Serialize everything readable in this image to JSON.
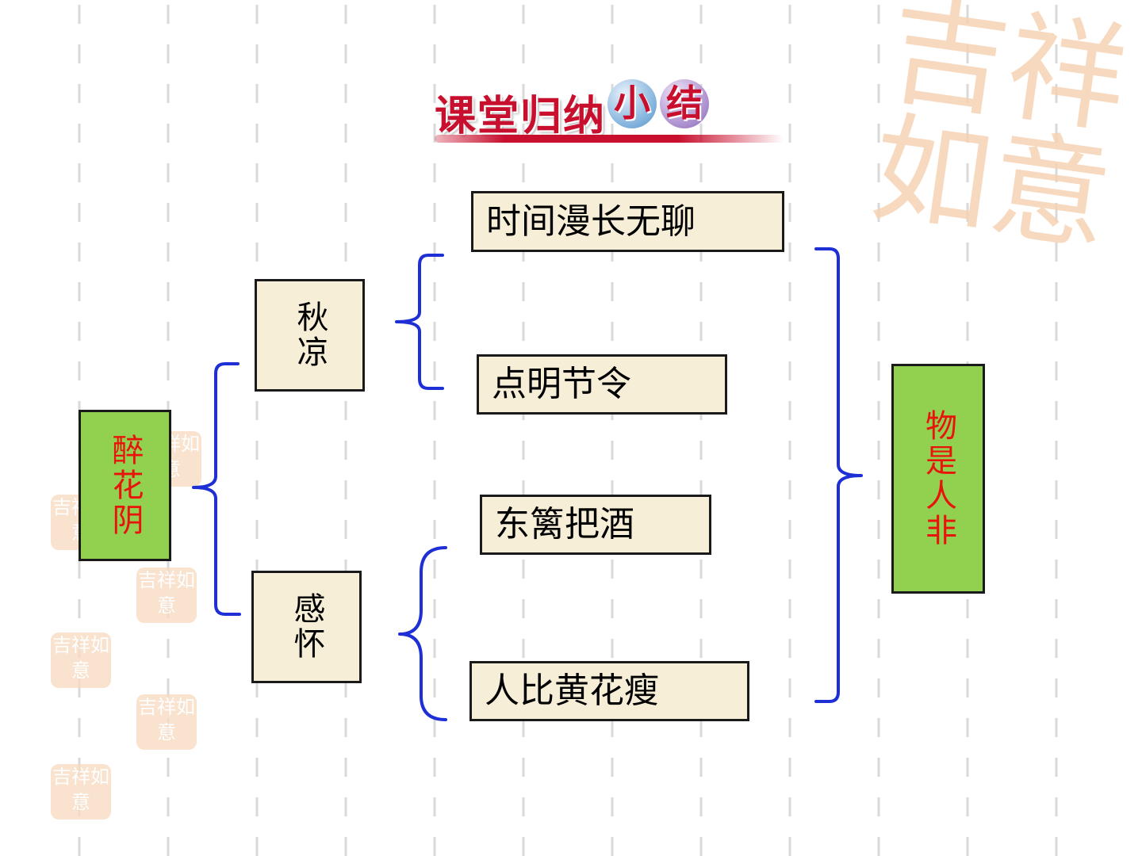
{
  "title": {
    "main": "课堂归纳",
    "circle_chars": [
      "小",
      "结"
    ]
  },
  "nodes": {
    "root": "醉花阴",
    "autumn": "秋凉",
    "feeling": "感怀",
    "detail_1": "时间漫长无聊",
    "detail_2": "点明节令",
    "detail_3": "东篱把酒",
    "detail_4": "人比黄花瘦",
    "conclusion": "物是人非"
  },
  "colors": {
    "bracket": "#1f2fd6",
    "green_box": "#92d050",
    "red_text": "#e8140c",
    "cream_box": "#f7eed8",
    "title_red": "#c8102e",
    "dash": "#d9d9d9",
    "watermark": "#f6d3b4"
  },
  "decor": {
    "watermark_text": "吉祥如意",
    "seal_text": "吉祥如意"
  }
}
